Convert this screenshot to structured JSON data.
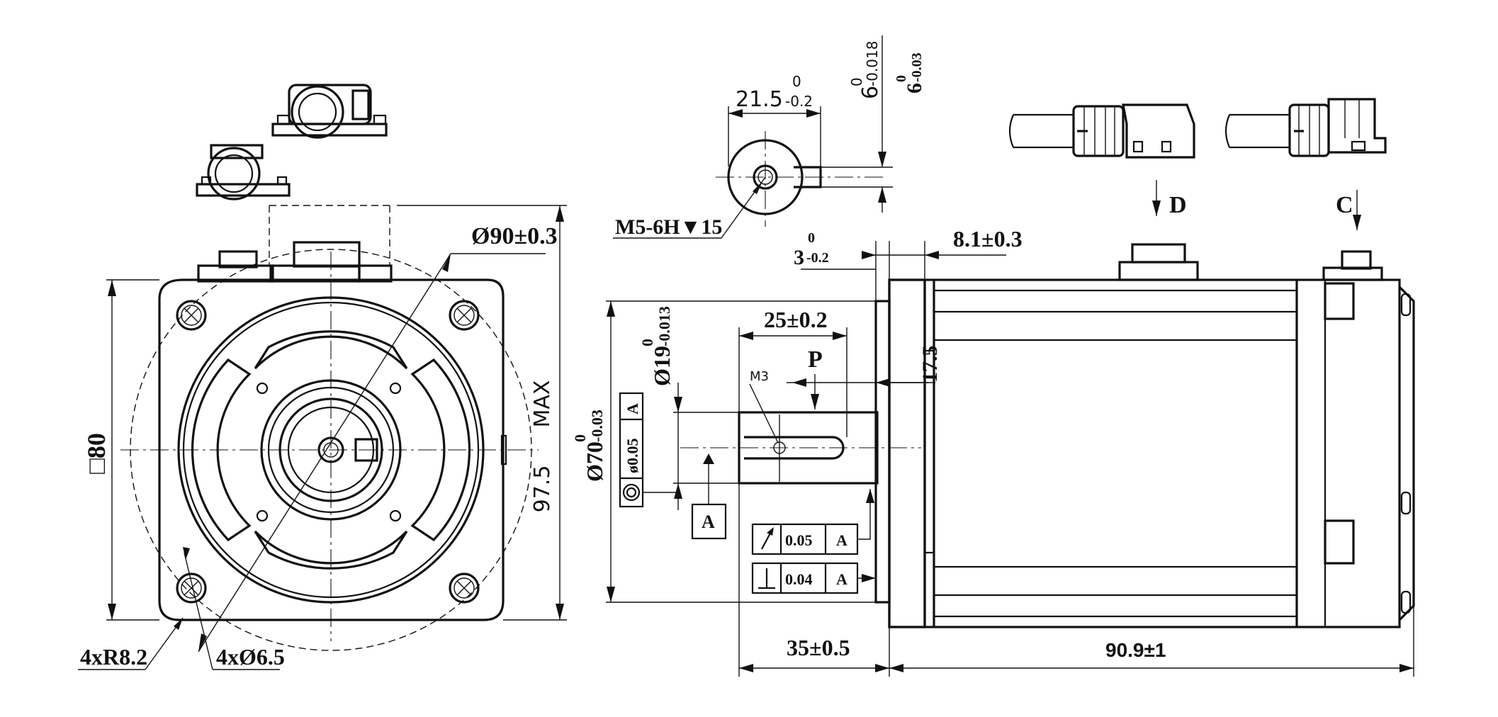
{
  "dimensions": {
    "pcd": "Ø90±0.3",
    "square_symbol": "□",
    "square_value": "80",
    "max_height_value": "97.5",
    "max_label": "MAX",
    "corner_radius": "4xR8.2",
    "mount_holes": "4xØ6.5",
    "thread": "M5-6H▼15",
    "key_height_base": "21.5",
    "key_height_upper": "0",
    "key_height_lower": "-0.2",
    "key_width1_base": "6",
    "key_width1_upper": "0",
    "key_width1_lower": "-0.018",
    "key_width2_base": "6",
    "key_width2_upper": "0",
    "key_width2_lower": "-0.03",
    "flange_thk_base": "3",
    "flange_thk_upper": "0",
    "flange_thk_lower": "-0.2",
    "flange_step": "8.1±0.3",
    "key_length": "25±0.2",
    "shaft_dia_base": "Ø19",
    "shaft_dia_upper": "0",
    "shaft_dia_lower": "-0.013",
    "pilot_dia_base": "Ø70",
    "pilot_dia_upper": "0",
    "pilot_dia_lower": "-0.03",
    "flange_dim": "17.5",
    "small_thread": "M3",
    "shaft_length": "35±0.5",
    "body_length": "90.9±1"
  },
  "labels": {
    "view_p": "P",
    "view_d": "D",
    "view_c": "C",
    "datum": "A"
  },
  "tolerance_frames": {
    "concentricity": {
      "value": "ø0.05",
      "datum": "A"
    },
    "runout": {
      "value": "0.05",
      "datum": "A"
    },
    "perpendicularity": {
      "value": "0.04",
      "datum": "A"
    }
  },
  "colors": {
    "line": "#111111",
    "background": "#ffffff"
  }
}
